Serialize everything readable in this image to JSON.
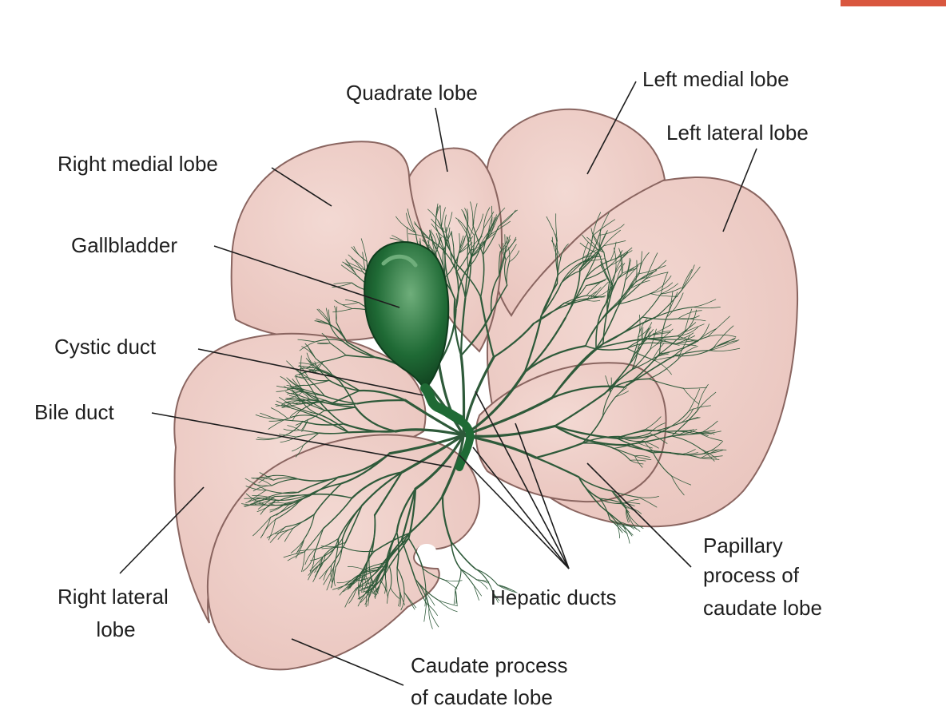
{
  "colors": {
    "background": "#ffffff",
    "lobe_fill": "#e9c4bd",
    "lobe_fill_light": "#f3d9d3",
    "lobe_outline": "#8a6560",
    "duct_color": "#2e5a3a",
    "gallbladder": "#1f6a35",
    "gallbladder_highlight": "#6fae7b",
    "label_text": "#1e1e1e",
    "leader_line": "#1e1e1e",
    "corner_tab": "#d9573f"
  },
  "labels": {
    "quadrate_lobe": "Quadrate lobe",
    "left_medial_lobe": "Left medial lobe",
    "left_lateral_lobe": "Left lateral lobe",
    "right_medial_lobe": "Right medial lobe",
    "gallbladder": "Gallbladder",
    "cystic_duct": "Cystic duct",
    "bile_duct": "Bile duct",
    "right_lateral_lobe": [
      "Right lateral",
      "lobe"
    ],
    "hepatic_ducts": "Hepatic ducts",
    "papillary_process": [
      "Papillary",
      "process of",
      "caudate lobe"
    ],
    "caudate_process": [
      "Caudate process",
      "of caudate lobe"
    ]
  }
}
